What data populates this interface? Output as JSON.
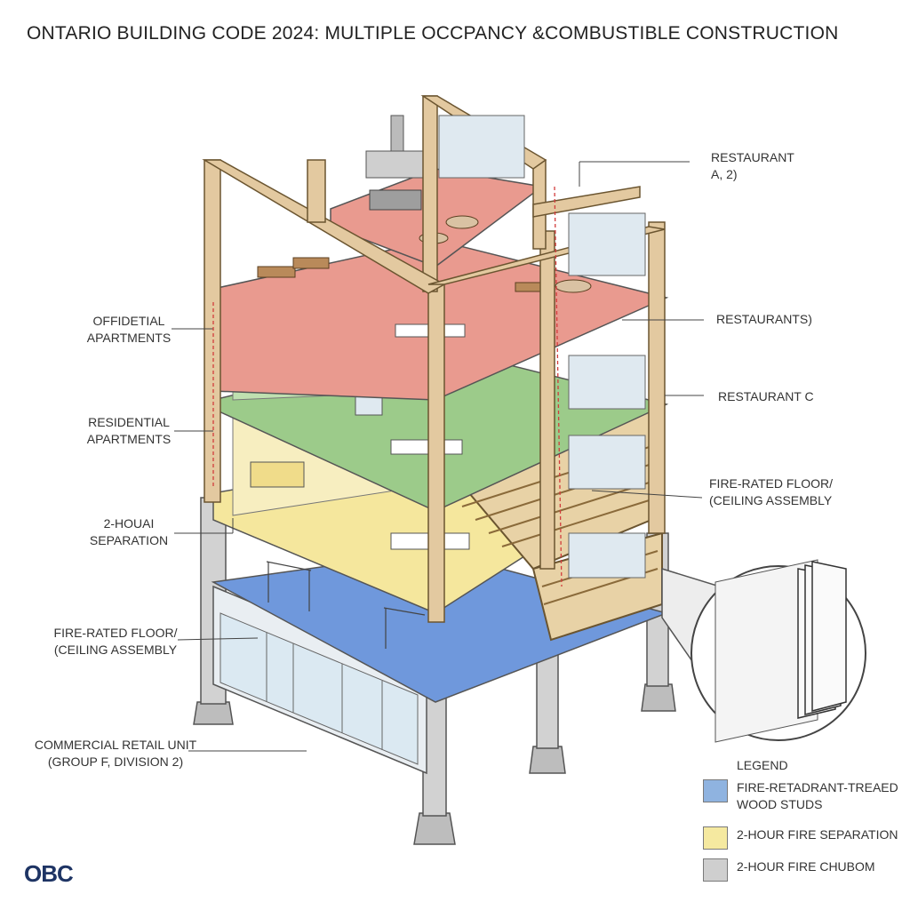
{
  "title": "ONTARIO BUILDING CODE 2024: MULTIPLE OCCPANCY &COMBUSTIBLE CONSTRUCTION",
  "labels_left": [
    {
      "lines": [
        "OFFIDETIAL",
        "APARTMENTS"
      ]
    },
    {
      "lines": [
        "RESIDENTIAL",
        "APARTMENTS"
      ]
    },
    {
      "lines": [
        "2-HOUAI",
        "SEPARATION"
      ]
    },
    {
      "lines": [
        "FIRE-RATED FLOOR/",
        "(CEILING ASSEMBLY"
      ]
    },
    {
      "lines": [
        "COMMERCIAL RETAIL UNIT",
        "(GROUP F, DIVISION 2)"
      ]
    }
  ],
  "labels_right": [
    {
      "lines": [
        "RESTAURANT",
        "A, 2)"
      ]
    },
    {
      "lines": [
        "RESTAURANTS)"
      ]
    },
    {
      "lines": [
        "RESTAURANT C"
      ]
    },
    {
      "lines": [
        "FIRE-RATED FLOOR/",
        "(CEILING ASSEMBLY"
      ]
    }
  ],
  "legend": {
    "title": "LEGEND",
    "items": [
      {
        "color": "#8fb3e0",
        "lines": [
          "FIRE-RETADRANT-TREAED",
          "WOOD STUDS"
        ]
      },
      {
        "color": "#f5e9a0",
        "lines": [
          "2-HOUR FIRE SEPARATION"
        ]
      },
      {
        "color": "#cfcfcf",
        "lines": [
          "2-HOUR FIRE CHUBOM"
        ]
      }
    ]
  },
  "logo": "OBC",
  "colors": {
    "floor_red": "#e99a8f",
    "floor_green": "#9ccb8a",
    "floor_yellow": "#f5e79d",
    "floor_blue": "#6f98dc",
    "timber": "#e3c9a0",
    "concrete": "#c9c9c9"
  }
}
